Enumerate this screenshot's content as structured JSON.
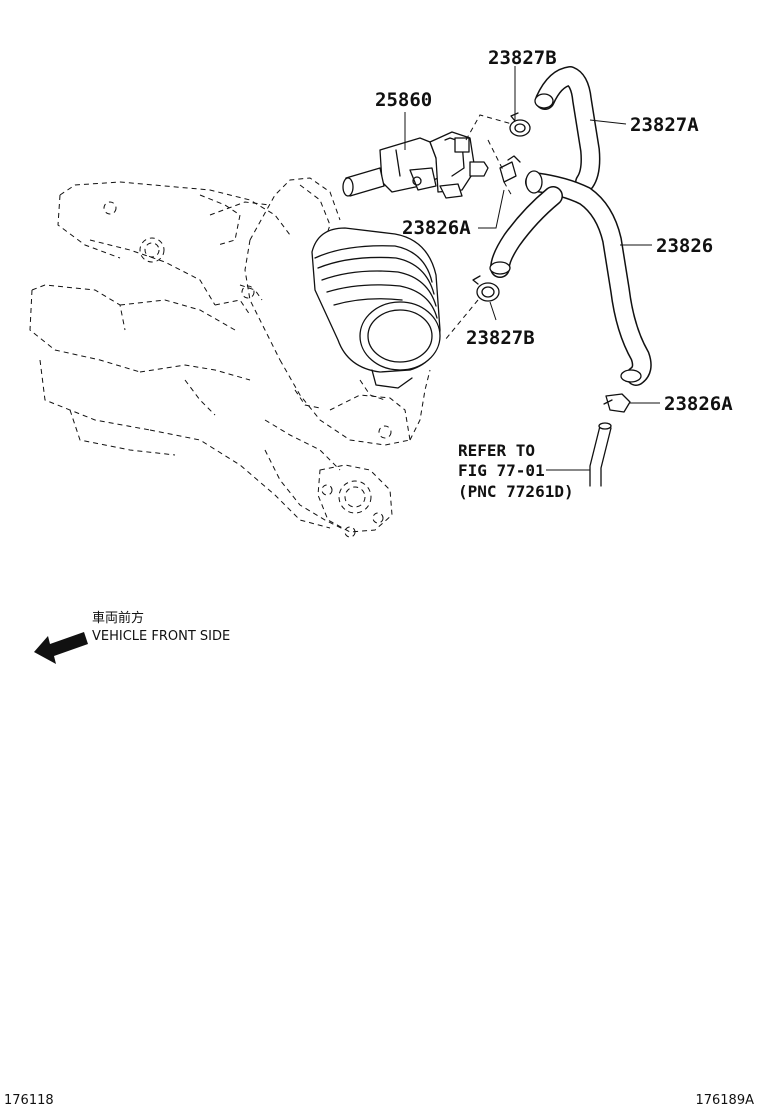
{
  "callouts": {
    "p25860": "25860",
    "p23827B_top": "23827B",
    "p23827A": "23827A",
    "p23826A_mid": "23826A",
    "p23826": "23826",
    "p23827B_low": "23827B",
    "p23826A_low": "23826A"
  },
  "reference": {
    "line1": "REFER TO",
    "line2": "FIG 77-01",
    "line3": "(PNC 77261D)"
  },
  "direction": {
    "label_jp": "車両前方",
    "label_en": "VEHICLE FRONT SIDE",
    "arrow_icon": "arrow-left-icon"
  },
  "footer": {
    "left_code": "176118",
    "right_code": "176189A"
  }
}
